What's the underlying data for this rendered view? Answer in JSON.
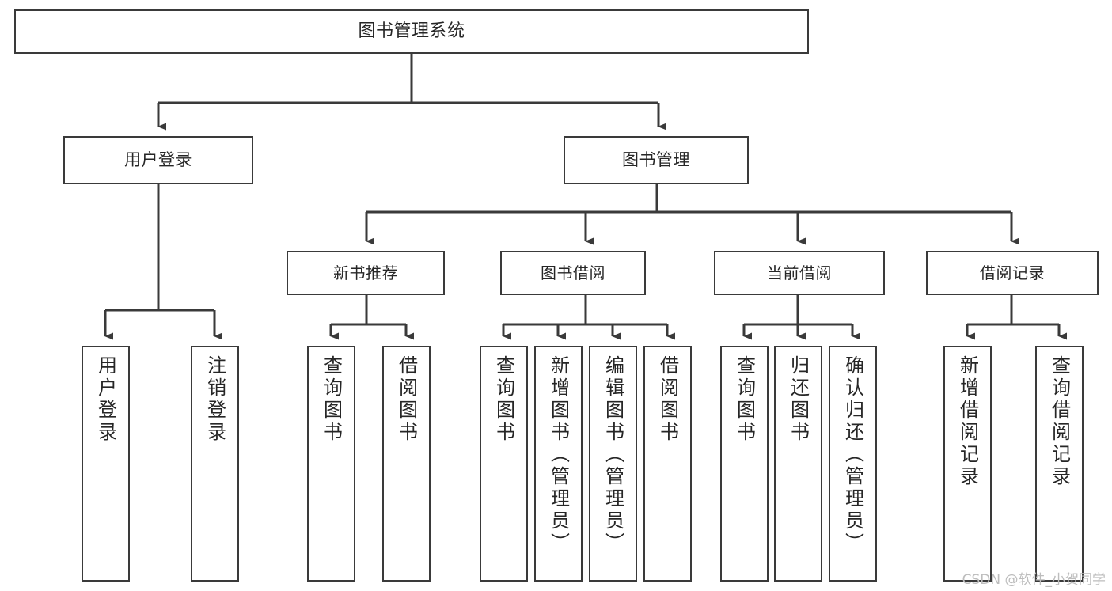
{
  "diagram": {
    "type": "tree",
    "title": "图书管理系统",
    "root": {
      "id": "root",
      "label": "图书管理系统"
    },
    "level1": [
      {
        "id": "user-login",
        "label": "用户登录"
      },
      {
        "id": "book-management",
        "label": "图书管理"
      }
    ],
    "level2": [
      {
        "id": "new-book-recommend",
        "label": "新书推荐",
        "parent": "book-management"
      },
      {
        "id": "book-borrow",
        "label": "图书借阅",
        "parent": "book-management"
      },
      {
        "id": "current-borrow",
        "label": "当前借阅",
        "parent": "book-management"
      },
      {
        "id": "borrow-record",
        "label": "借阅记录",
        "parent": "book-management"
      }
    ],
    "leaves": [
      {
        "id": "leaf-user-login",
        "label": "用户登录",
        "parent": "user-login"
      },
      {
        "id": "leaf-logout-login",
        "label": "注销登录",
        "parent": "user-login"
      },
      {
        "id": "leaf-query-book-1",
        "label": "查询图书",
        "parent": "new-book-recommend"
      },
      {
        "id": "leaf-borrow-book-1",
        "label": "借阅图书",
        "parent": "new-book-recommend"
      },
      {
        "id": "leaf-query-book-2",
        "label": "查询图书",
        "parent": "book-borrow"
      },
      {
        "id": "leaf-add-book",
        "label": "新增图书（管理员）",
        "parent": "book-borrow"
      },
      {
        "id": "leaf-edit-book",
        "label": "编辑图书（管理员）",
        "parent": "book-borrow"
      },
      {
        "id": "leaf-borrow-book-2",
        "label": "借阅图书",
        "parent": "book-borrow"
      },
      {
        "id": "leaf-query-book-3",
        "label": "查询图书",
        "parent": "current-borrow"
      },
      {
        "id": "leaf-return-book",
        "label": "归还图书",
        "parent": "current-borrow"
      },
      {
        "id": "leaf-confirm-return",
        "label": "确认归还（管理员）",
        "parent": "current-borrow"
      },
      {
        "id": "leaf-add-record",
        "label": "新增借阅记录",
        "parent": "borrow-record"
      },
      {
        "id": "leaf-query-record",
        "label": "查询借阅记录",
        "parent": "borrow-record"
      }
    ]
  },
  "colors": {
    "box_border": "#3a3a3a",
    "connector": "#3a3a3a",
    "text": "#262626",
    "background": "#ffffff",
    "watermark": "#bdbdbd"
  },
  "watermark": {
    "text": "CSDN @软件_小贺同学"
  }
}
